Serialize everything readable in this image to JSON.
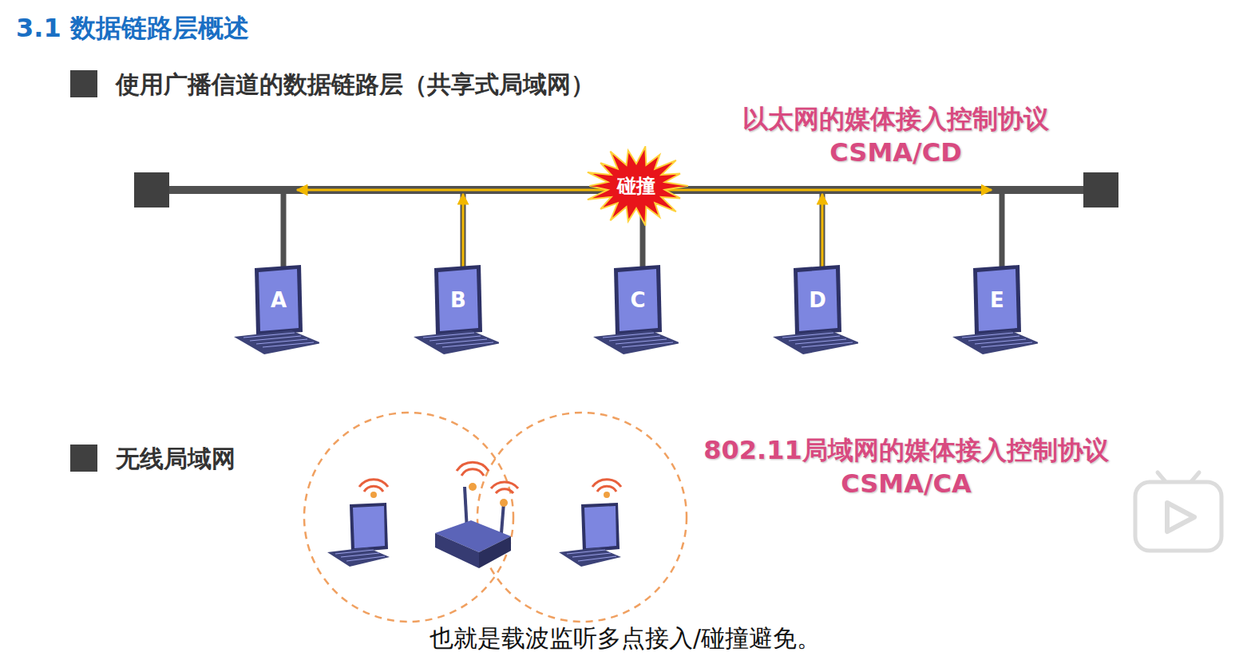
{
  "diagram": {
    "title": "3.1 数据链路层概述",
    "caption": "也就是载波监听多点接入/碰撞避免。",
    "nodes": [
      {
        "text": [
          "碰撞"
        ]
      },
      {
        "text": [
          "A"
        ]
      },
      {
        "text": [
          "B"
        ]
      },
      {
        "text": [
          "C"
        ]
      },
      {
        "text": [
          "D"
        ]
      },
      {
        "text": [
          "E"
        ]
      }
    ],
    "labels": [
      "使用广播信道的数据链路层（共享式局域网）",
      "以太网的媒体接入控制协议",
      "CSMA/CD",
      "无线局域网",
      "802.11局域网的媒体接入控制协议",
      "CSMA/CA"
    ]
  }
}
